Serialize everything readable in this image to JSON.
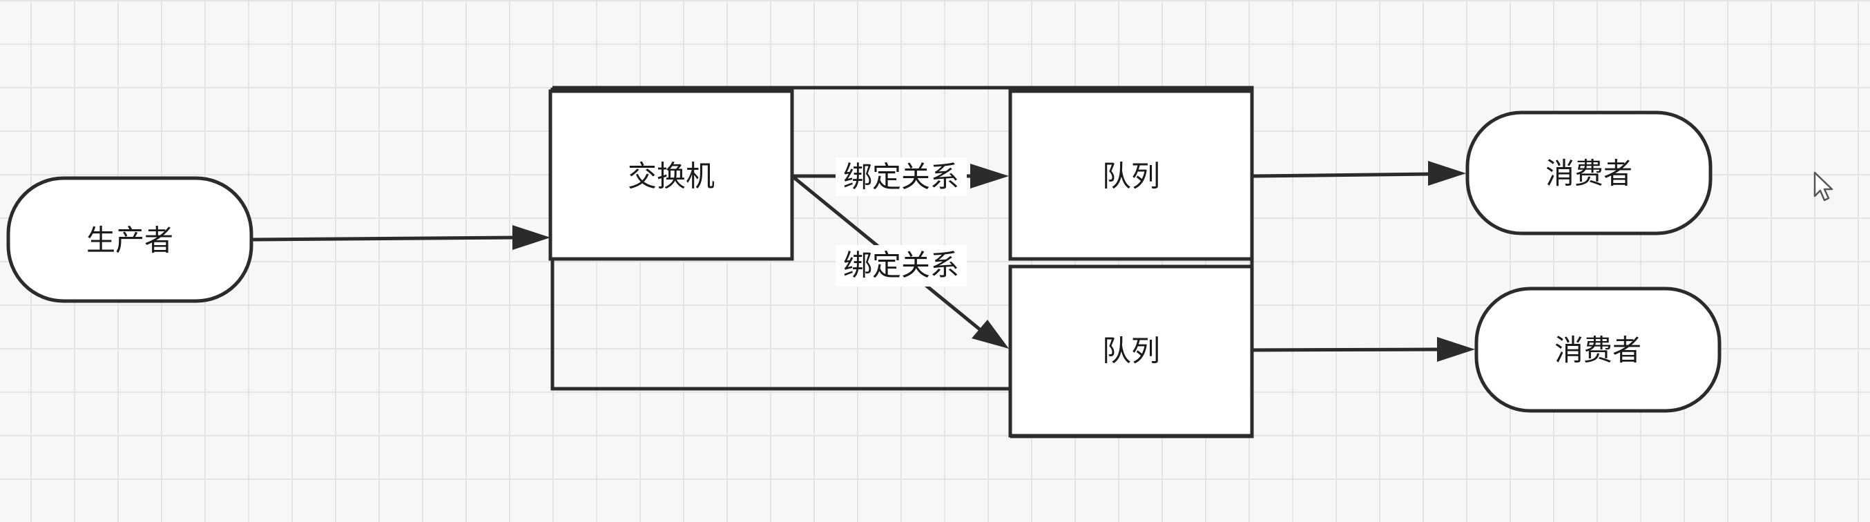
{
  "diagram": {
    "producer": {
      "label": "生产者"
    },
    "exchange": {
      "label": "交换机"
    },
    "queue_top": {
      "label": "队列"
    },
    "queue_bottom": {
      "label": "队列"
    },
    "consumer_top": {
      "label": "消费者"
    },
    "consumer_bottom": {
      "label": "消费者"
    },
    "binding_top": {
      "label": "绑定关系"
    },
    "binding_bottom": {
      "label": "绑定关系"
    }
  },
  "icons": {
    "cursor": "mouse-pointer-icon"
  }
}
